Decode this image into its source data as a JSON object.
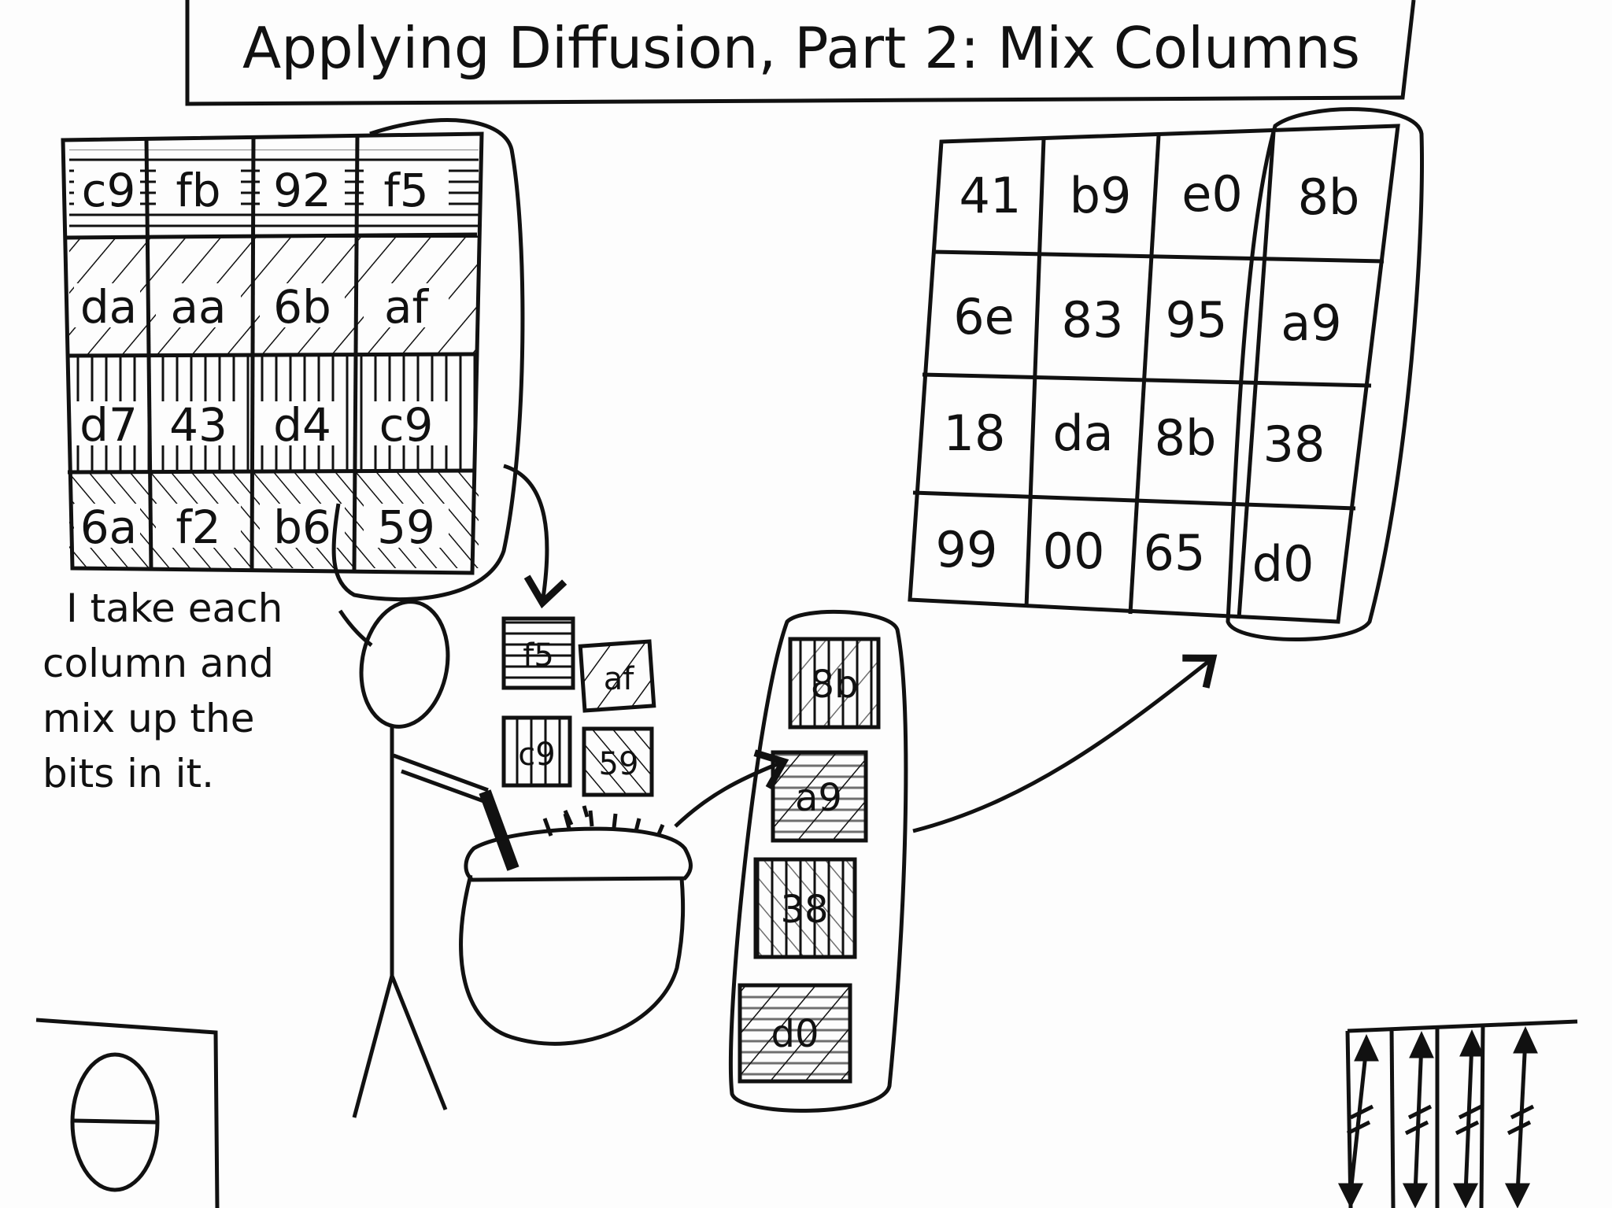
{
  "title": "Applying Diffusion, Part 2: Mix Columns",
  "input_state": {
    "rows": [
      [
        "c9",
        "fb",
        "92",
        "f5"
      ],
      [
        "da",
        "aa",
        "6b",
        "af"
      ],
      [
        "d7",
        "43",
        "d4",
        "c9"
      ],
      [
        "6a",
        "f2",
        "b6",
        "59"
      ]
    ]
  },
  "column_in_bowl": [
    "f5",
    "af",
    "c9",
    "59"
  ],
  "mixed_column": [
    "8b",
    "a9",
    "38",
    "d0"
  ],
  "output_state": {
    "rows": [
      [
        "41",
        "b9",
        "e0",
        "8b"
      ],
      [
        "6e",
        "83",
        "95",
        "a9"
      ],
      [
        "18",
        "da",
        "8b",
        "38"
      ],
      [
        "99",
        "00",
        "65",
        "d0"
      ]
    ]
  },
  "caption_lines": [
    "I take each",
    "column and",
    "mix up the",
    "bits in it."
  ],
  "colors": {
    "ink": "#111111",
    "paper": "#fdfdfd"
  }
}
